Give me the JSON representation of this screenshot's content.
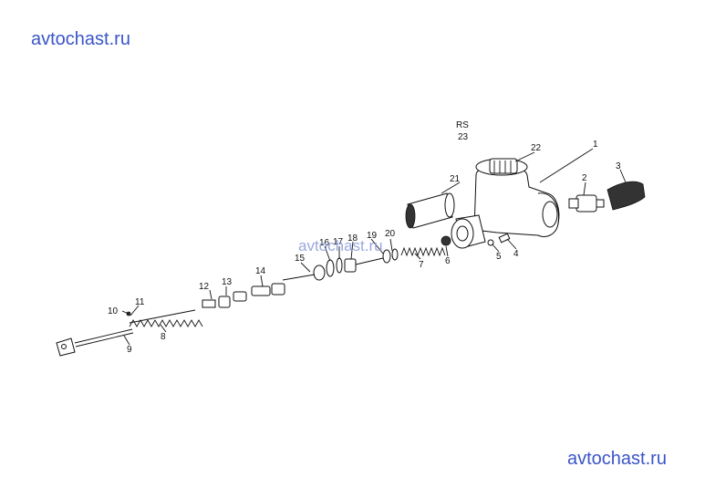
{
  "watermarks": {
    "top": "avtochast.ru",
    "middle": "avtochast.ru",
    "bottom": "avtochast.ru"
  },
  "diagram": {
    "code_line1": "RS",
    "code_line2": "23",
    "labels": [
      "1",
      "2",
      "3",
      "4",
      "5",
      "6",
      "7",
      "8",
      "9",
      "10",
      "11",
      "12",
      "13",
      "14",
      "15",
      "16",
      "17",
      "18",
      "19",
      "20",
      "21",
      "22"
    ]
  }
}
